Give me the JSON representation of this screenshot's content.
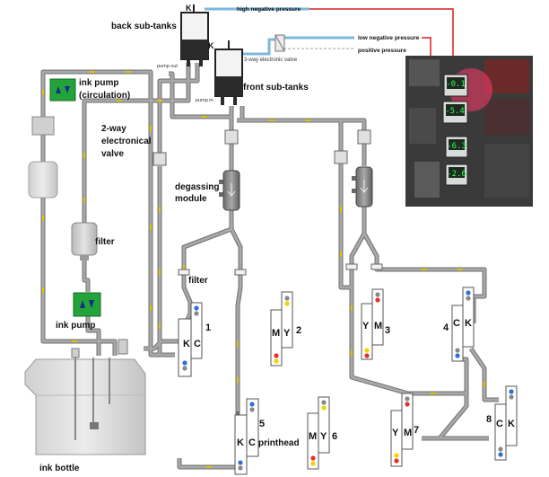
{
  "labels": {
    "high_negative_pressure": "high negative pressure",
    "low_negative_pressure": "low negative pressure",
    "positive_pressure": "positive pressure",
    "three_way_valve": "3-way electronic valve",
    "back_sub_tanks": "back sub-tanks",
    "front_sub_tanks": "front sub-tanks",
    "k_back": "K",
    "k_front": "K",
    "pump_out": "pump out",
    "pump_in": "pump in",
    "ink_pump_circulation_1": "ink pump",
    "ink_pump_circulation_2": "(circulation)",
    "two_way_valve_1": "2-way",
    "two_way_valve_2": "electronical",
    "two_way_valve_3": "valve",
    "degassing_1": "degassing",
    "degassing_2": "module",
    "filter_left": "filter",
    "filter_mid": "filter",
    "ink_pump": "ink pump",
    "ink_bottle": "ink bottle",
    "printhead": "printhead"
  },
  "printheads": [
    {
      "number": "1",
      "top": "K",
      "bottom": "C"
    },
    {
      "number": "2",
      "top": "M",
      "bottom": "Y"
    },
    {
      "number": "3",
      "top": "Y",
      "bottom": "M"
    },
    {
      "number": "4",
      "top": "C",
      "bottom": "K"
    },
    {
      "number": "5",
      "top": "K",
      "bottom": "C"
    },
    {
      "number": "6",
      "top": "M",
      "bottom": "Y"
    },
    {
      "number": "7",
      "top": "Y",
      "bottom": "M"
    },
    {
      "number": "8",
      "top": "C",
      "bottom": "K"
    }
  ],
  "gauges": [
    "-0.1",
    "-5.4",
    "-6.3",
    "-2.6"
  ],
  "colors": {
    "tube": "#a8a8a8",
    "tube_edge": "#6f6f6f",
    "flow_mark": "#e2c400",
    "pump_green": "#22a43a",
    "pressure_red": "#d61f1f",
    "pressure_blue": "#7cb8dc",
    "tank_dark": "#2b2b2b"
  }
}
